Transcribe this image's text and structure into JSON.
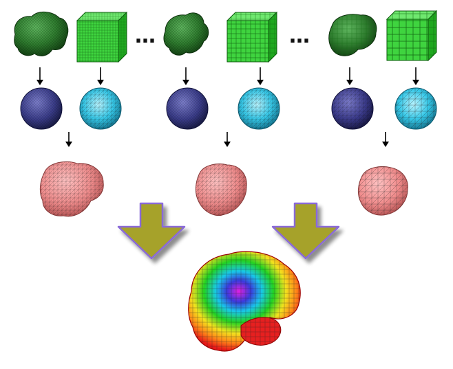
{
  "title": "",
  "ellipsis_text": "…",
  "stages": {
    "count": 3,
    "left": {
      "input": "brain-surface",
      "template": "cube-grid",
      "mapped_source": "sphere-dark",
      "mapped_template": "sphere-cyan",
      "result": "pink-mesh"
    },
    "middle": {
      "input": "brain-surface",
      "template": "cube-grid",
      "mapped_source": "sphere-dark",
      "mapped_template": "sphere-cyan",
      "result": "pink-mesh"
    },
    "right": {
      "input": "brain-surface",
      "template": "cube-grid",
      "mapped_source": "sphere-dark",
      "mapped_template": "sphere-cyan",
      "result": "pink-mesh"
    }
  },
  "colors": {
    "brain": "#2f7d2f",
    "cube": "#3fd43f",
    "sphere_dark": "#3a3a8a",
    "sphere_cyan": "#36c8e8",
    "pink_mesh": "#f08c8c",
    "big_arrow_fill": "#a6a22a",
    "big_arrow_outline": "#8a6ad8",
    "small_arrow": "#000000"
  },
  "icons": [
    "down-arrow-icon",
    "merge-arrow-icon",
    "brain-surface-icon",
    "cube-grid-icon",
    "sphere-icon",
    "mesh-blob-icon",
    "heatmap-brain-icon"
  ]
}
